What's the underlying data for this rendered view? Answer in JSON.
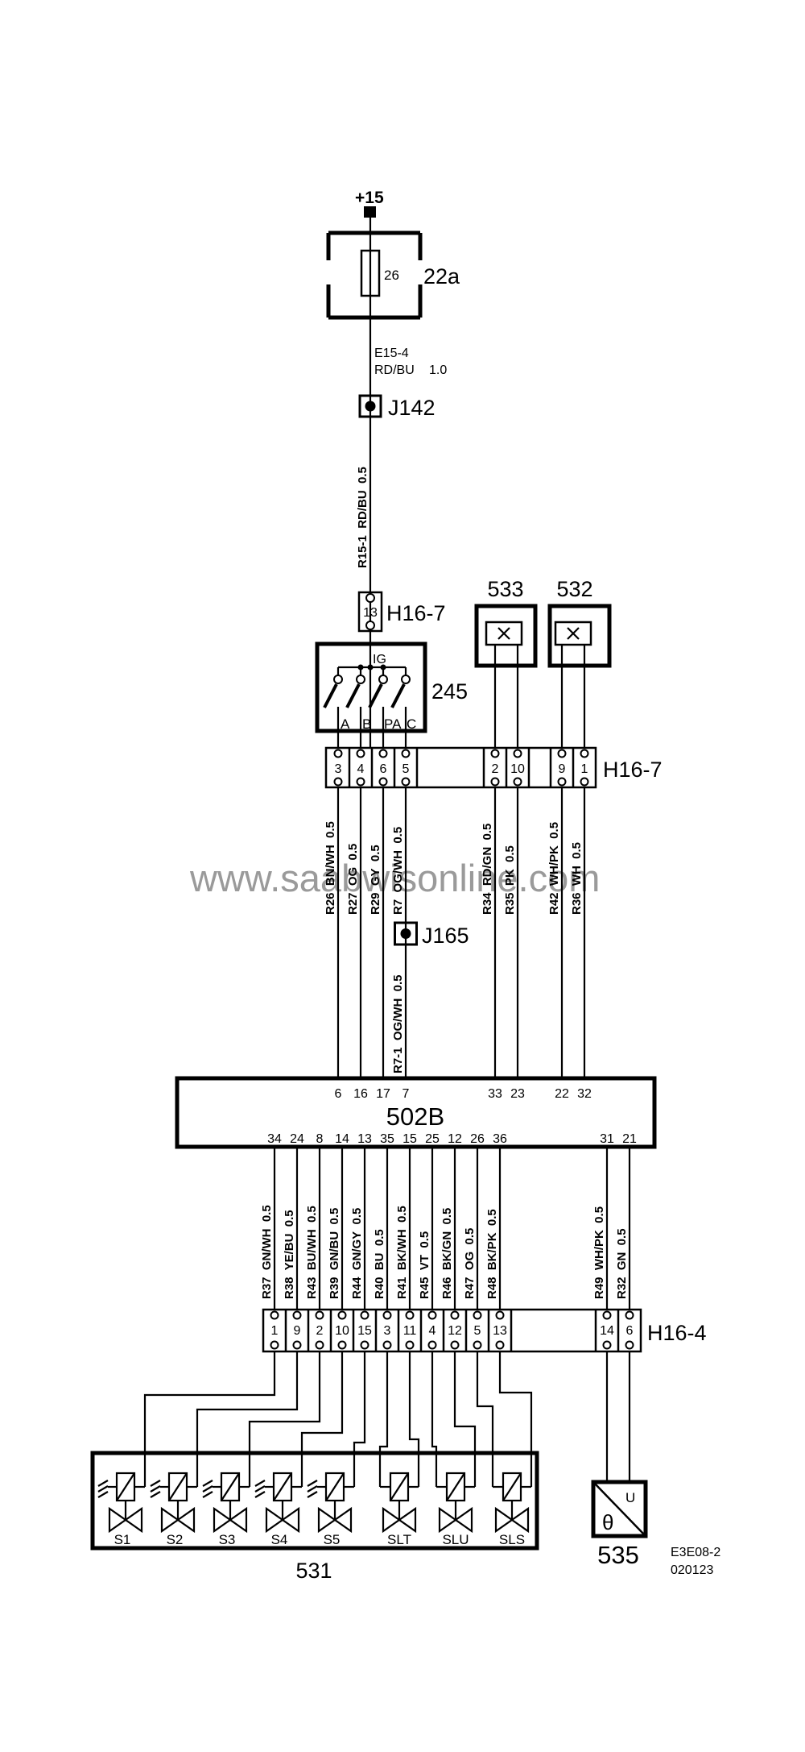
{
  "watermark": "www.saabwisonline.com",
  "supply": {
    "label": "+15"
  },
  "fuse22a": {
    "label": "22a",
    "fuse_no": "26"
  },
  "wire_top": {
    "id": "E15-4",
    "color": "RD/BU",
    "size": "1.0"
  },
  "j142": {
    "label": "J142"
  },
  "wire_r15_1": {
    "label": "R15-1  RD/BU  0.5"
  },
  "conn13": {
    "pin": "13",
    "label": "H16-7"
  },
  "sw245": {
    "label": "245",
    "ig": "IG",
    "positions": [
      "A",
      "B",
      "PA",
      "C"
    ]
  },
  "lamp533": {
    "label": "533"
  },
  "lamp532": {
    "label": "532"
  },
  "strip_h16_7": {
    "label": "H16-7",
    "pins": [
      "3",
      "4",
      "6",
      "5",
      "2",
      "10",
      "9",
      "1"
    ]
  },
  "upper_wires": [
    "R26  BN/WH  0.5",
    "R27  OG  0.5",
    "R29  GY  0.5",
    "R7  OG/WH  0.5",
    "R34  RD/GN  0.5",
    "R35  PK  0.5",
    "R42  WH/PK  0.5",
    "R36  WH  0.5"
  ],
  "j165": {
    "label": "J165"
  },
  "wire_r7_1": {
    "label": "R7-1  OG/WH  0.5"
  },
  "ecu502b": {
    "label": "502B",
    "top_pins": [
      "6",
      "16",
      "17",
      "7",
      "33",
      "23",
      "22",
      "32"
    ],
    "bottom_pins": [
      "34",
      "24",
      "8",
      "14",
      "13",
      "35",
      "15",
      "25",
      "12",
      "26",
      "36",
      "31",
      "21"
    ]
  },
  "lower_wires": [
    "R37  GN/WH  0.5",
    "R38  YE/BU  0.5",
    "R43  BU/WH  0.5",
    "R39  GN/BU  0.5",
    "R44  GN/GY  0.5",
    "R40  BU  0.5",
    "R41  BK/WH  0.5",
    "R45  VT  0.5",
    "R46  BK/GN  0.5",
    "R47  OG  0.5",
    "R48  BK/PK  0.5",
    "R49  WH/PK  0.5",
    "R32  GN  0.5"
  ],
  "strip_h16_4": {
    "label": "H16-4",
    "pins": [
      "1",
      "9",
      "2",
      "10",
      "15",
      "3",
      "11",
      "4",
      "12",
      "5",
      "13",
      "14",
      "6"
    ]
  },
  "box531": {
    "label": "531",
    "solenoids": [
      "S1",
      "S2",
      "S3",
      "S4",
      "S5",
      "SLT",
      "SLU",
      "SLS"
    ]
  },
  "sensor535": {
    "label": "535",
    "u": "U",
    "theta": "θ"
  },
  "footer": {
    "code": "E3E08-2",
    "date": "020123"
  },
  "colors": {
    "line": "#000000",
    "watermark": "#9a9a9a",
    "background": "#ffffff"
  }
}
